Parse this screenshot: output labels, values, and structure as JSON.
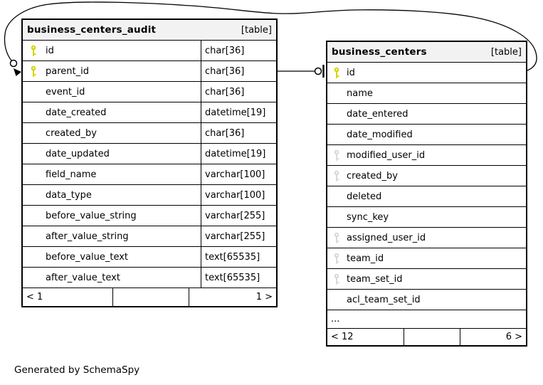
{
  "app": {
    "generator_note": "Generated by SchemaSpy"
  },
  "colors": {
    "header_bg": "#f2f2f2",
    "border": "#000000",
    "pk_key": "#d4d400",
    "fk_key": "#d9d9d9",
    "line": "#000000"
  },
  "tables": [
    {
      "name": "business_centers_audit",
      "badge": "[table]",
      "columns": [
        {
          "name": "id",
          "type": "char[36]",
          "key": "pk"
        },
        {
          "name": "parent_id",
          "type": "char[36]",
          "key": "pk"
        },
        {
          "name": "event_id",
          "type": "char[36]",
          "key": "none"
        },
        {
          "name": "date_created",
          "type": "datetime[19]",
          "key": "none"
        },
        {
          "name": "created_by",
          "type": "char[36]",
          "key": "none"
        },
        {
          "name": "date_updated",
          "type": "datetime[19]",
          "key": "none"
        },
        {
          "name": "field_name",
          "type": "varchar[100]",
          "key": "none"
        },
        {
          "name": "data_type",
          "type": "varchar[100]",
          "key": "none"
        },
        {
          "name": "before_value_string",
          "type": "varchar[255]",
          "key": "none"
        },
        {
          "name": "after_value_string",
          "type": "varchar[255]",
          "key": "none"
        },
        {
          "name": "before_value_text",
          "type": "text[65535]",
          "key": "none"
        },
        {
          "name": "after_value_text",
          "type": "text[65535]",
          "key": "none"
        }
      ],
      "footer": {
        "left": "< 1",
        "middle": "",
        "right": "1 >"
      }
    },
    {
      "name": "business_centers",
      "badge": "[table]",
      "columns": [
        {
          "name": "id",
          "key": "pk"
        },
        {
          "name": "name",
          "key": "none"
        },
        {
          "name": "date_entered",
          "key": "none"
        },
        {
          "name": "date_modified",
          "key": "none"
        },
        {
          "name": "modified_user_id",
          "key": "fk"
        },
        {
          "name": "created_by",
          "key": "fk"
        },
        {
          "name": "deleted",
          "key": "none"
        },
        {
          "name": "sync_key",
          "key": "none"
        },
        {
          "name": "assigned_user_id",
          "key": "fk"
        },
        {
          "name": "team_id",
          "key": "fk"
        },
        {
          "name": "team_set_id",
          "key": "fk"
        },
        {
          "name": "acl_team_set_id",
          "key": "none"
        }
      ],
      "ellipsis": "...",
      "footer": {
        "left": "< 12",
        "middle": "",
        "right": "6 >"
      }
    }
  ],
  "relationship": {
    "from_column": "business_centers_audit.parent_id",
    "to_column": "business_centers.id"
  }
}
